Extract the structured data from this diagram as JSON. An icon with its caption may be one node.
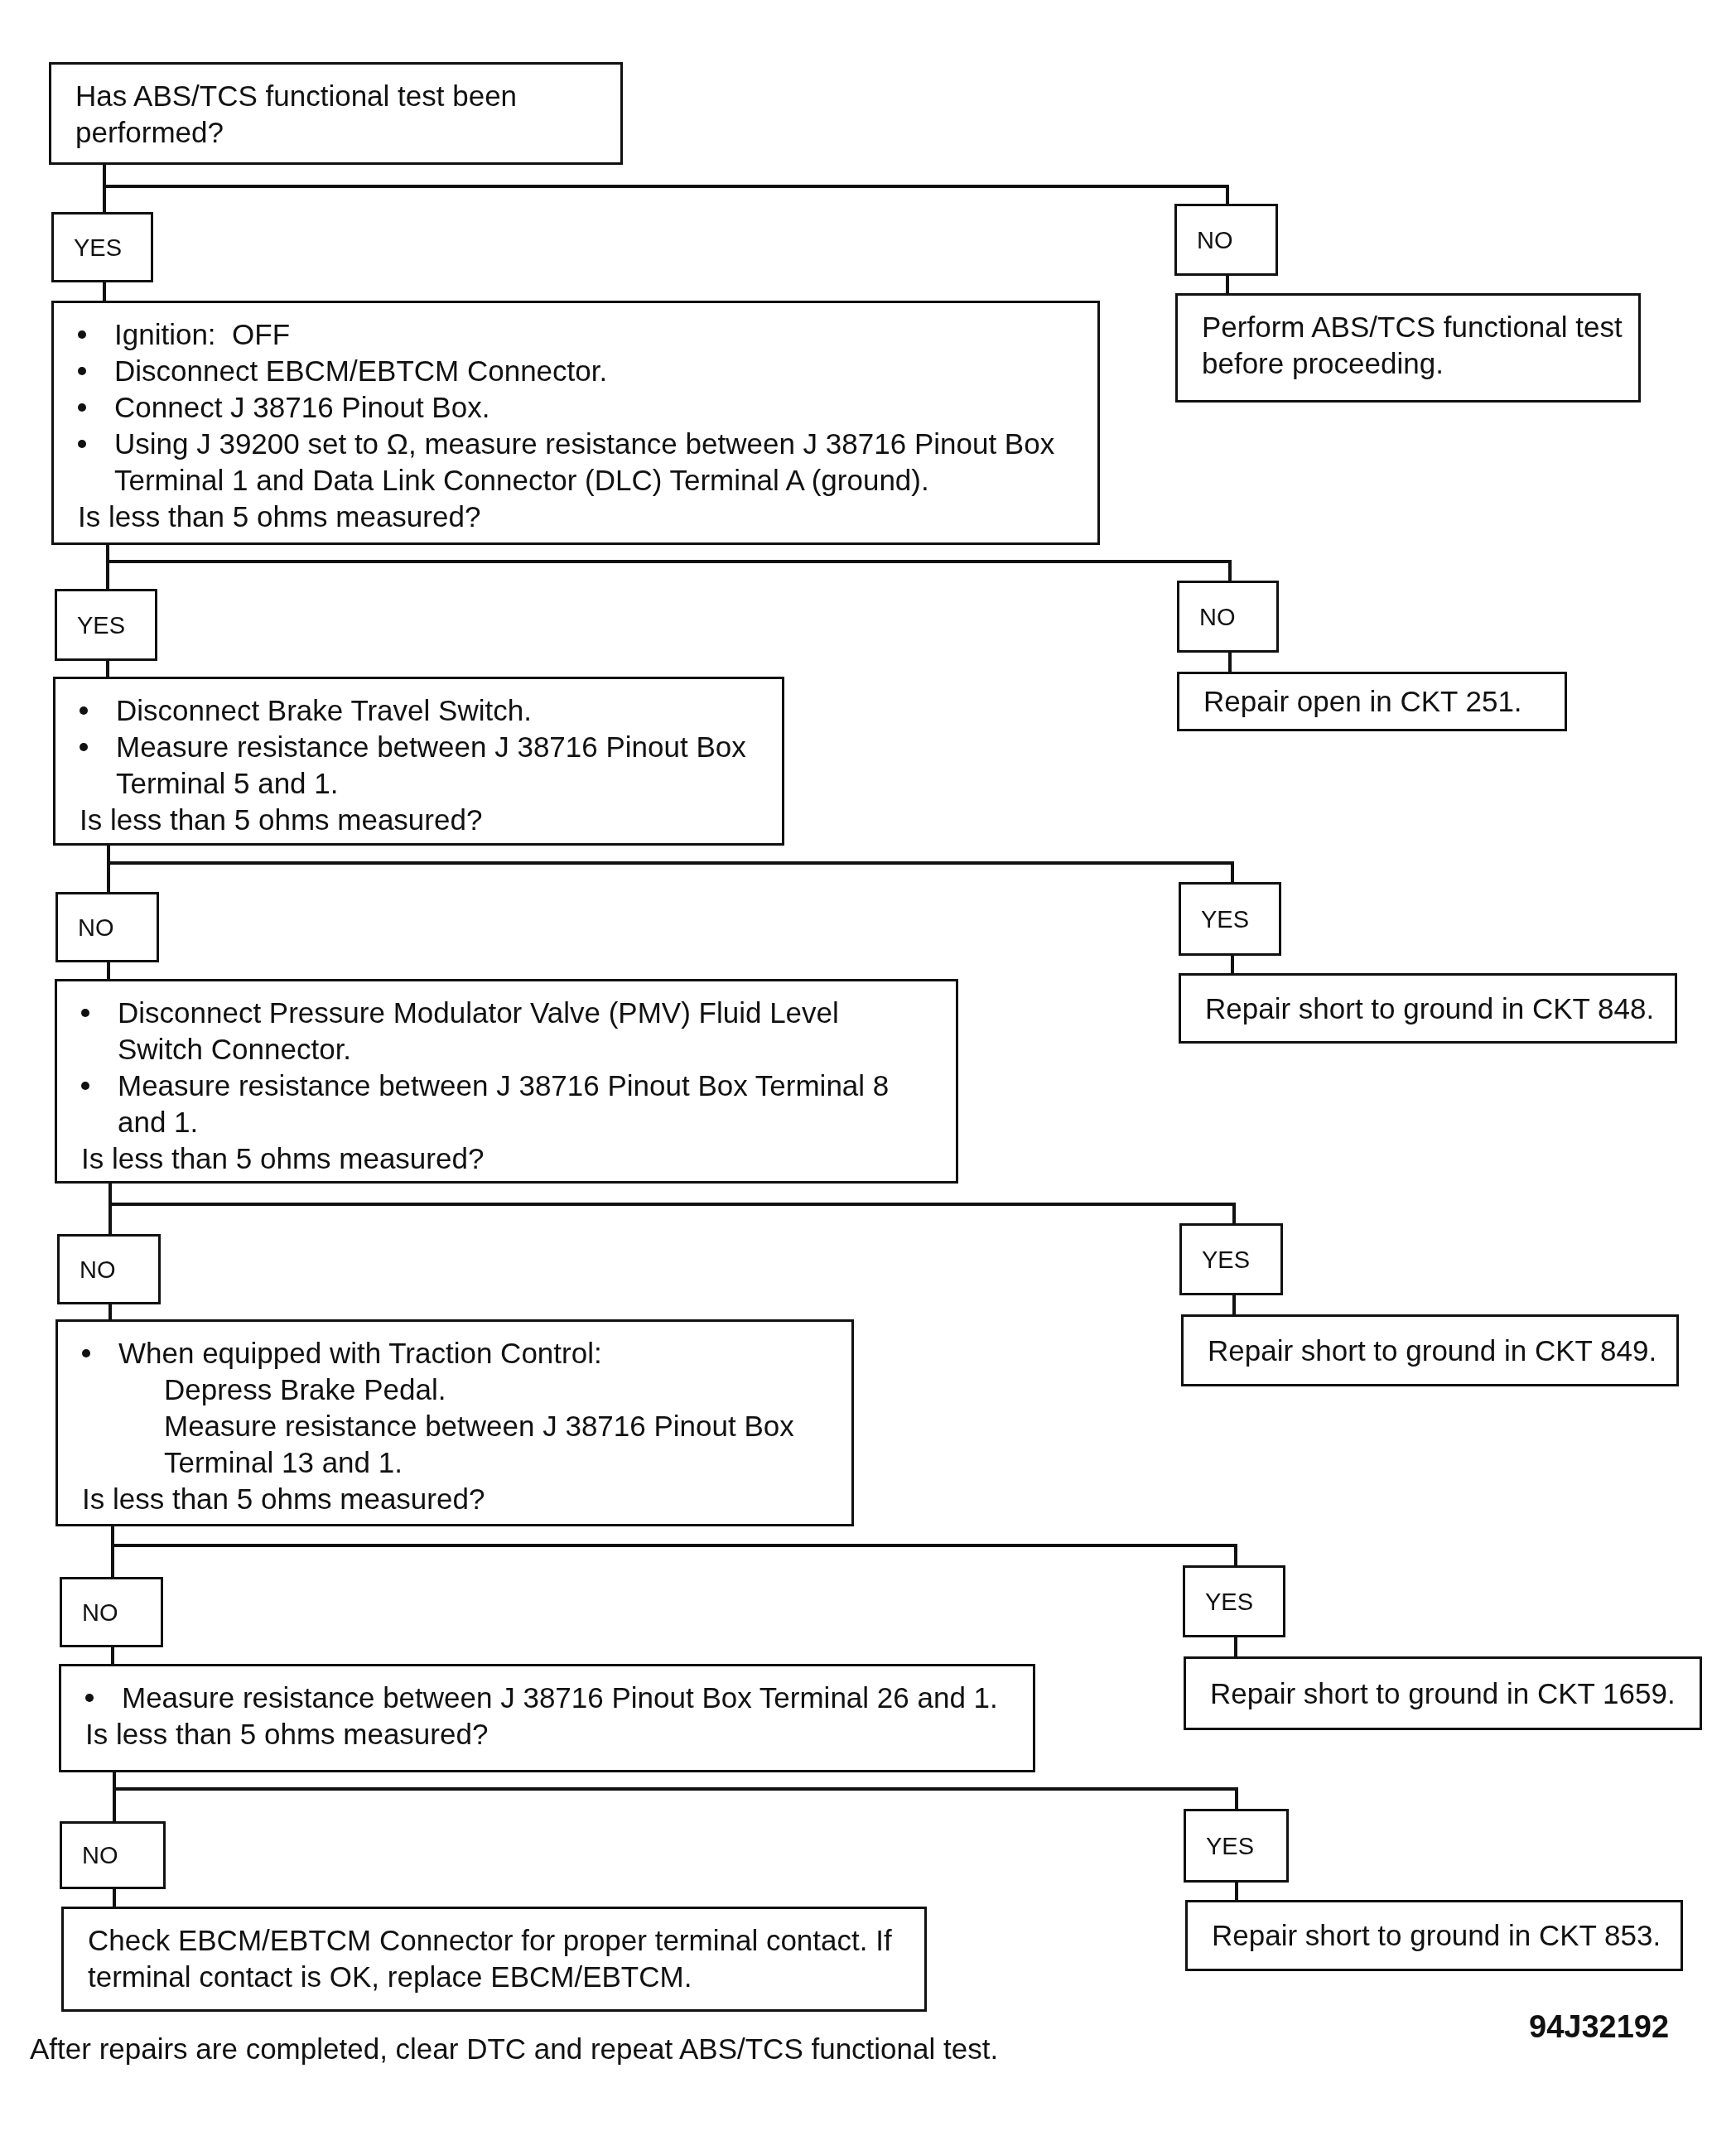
{
  "diagram": {
    "nodes": [
      {
        "text": [
          "Has ABS/TCS functional test been performed?"
        ]
      },
      {
        "text": [
          "YES"
        ]
      },
      {
        "text": [
          "NO"
        ]
      },
      {
        "text": [
          "Perform ABS/TCS functional test before proceeding."
        ]
      },
      {
        "text": [
          "Ignition:  OFF",
          "Disconnect EBCM/EBTCM Connector.",
          "Connect J 38716 Pinout Box.",
          "Using J 39200 set to Ω, measure resistance between J 38716 Pinout Box Terminal 1 and Data Link Connector (DLC) Terminal A (ground).",
          "Is less than 5 ohms measured?"
        ]
      },
      {
        "text": [
          "YES"
        ]
      },
      {
        "text": [
          "NO"
        ]
      },
      {
        "text": [
          "Repair open in CKT 251."
        ]
      },
      {
        "text": [
          "Disconnect Brake Travel Switch.",
          "Measure resistance between J 38716 Pinout Box Terminal 5 and 1.",
          "Is less than 5 ohms measured?"
        ]
      },
      {
        "text": [
          "NO"
        ]
      },
      {
        "text": [
          "YES"
        ]
      },
      {
        "text": [
          "Repair short to ground in CKT 848."
        ]
      },
      {
        "text": [
          "Disconnect Pressure Modulator Valve (PMV) Fluid Level Switch Connector.",
          "Measure resistance between J 38716 Pinout Box Terminal 8 and 1.",
          "Is less than 5 ohms measured?"
        ]
      },
      {
        "text": [
          "NO"
        ]
      },
      {
        "text": [
          "YES"
        ]
      },
      {
        "text": [
          "Repair short to ground in CKT 849."
        ]
      },
      {
        "text": [
          "When equipped with Traction Control:",
          "Depress Brake Pedal.",
          "Measure resistance between J 38716 Pinout Box Terminal 13 and 1.",
          "Is less than 5 ohms measured?"
        ]
      },
      {
        "text": [
          "NO"
        ]
      },
      {
        "text": [
          "YES"
        ]
      },
      {
        "text": [
          "Repair short to ground in CKT 1659."
        ]
      },
      {
        "text": [
          "Measure resistance between J 38716 Pinout Box Terminal 26 and 1.",
          "Is less than 5 ohms measured?"
        ]
      },
      {
        "text": [
          "NO"
        ]
      },
      {
        "text": [
          "YES"
        ]
      },
      {
        "text": [
          "Repair short to ground in CKT 853."
        ]
      },
      {
        "text": [
          "Check EBCM/EBTCM Connector for proper terminal contact. If terminal contact is OK, replace EBCM/EBTCM."
        ]
      }
    ],
    "edges": [
      {
        "from": 0,
        "to": 1,
        "arrow": "none"
      },
      {
        "from": 0,
        "to": 2,
        "arrow": "none"
      },
      {
        "from": 1,
        "to": 4,
        "arrow": "none"
      },
      {
        "from": 2,
        "to": 3,
        "arrow": "none"
      },
      {
        "from": 4,
        "to": 5,
        "arrow": "none"
      },
      {
        "from": 4,
        "to": 6,
        "arrow": "none"
      },
      {
        "from": 5,
        "to": 8,
        "arrow": "none"
      },
      {
        "from": 6,
        "to": 7,
        "arrow": "none"
      },
      {
        "from": 8,
        "to": 9,
        "arrow": "none"
      },
      {
        "from": 8,
        "to": 10,
        "arrow": "none"
      },
      {
        "from": 9,
        "to": 12,
        "arrow": "none"
      },
      {
        "from": 10,
        "to": 11,
        "arrow": "none"
      },
      {
        "from": 12,
        "to": 13,
        "arrow": "none"
      },
      {
        "from": 12,
        "to": 14,
        "arrow": "none"
      },
      {
        "from": 13,
        "to": 16,
        "arrow": "none"
      },
      {
        "from": 14,
        "to": 15,
        "arrow": "none"
      },
      {
        "from": 16,
        "to": 17,
        "arrow": "none"
      },
      {
        "from": 16,
        "to": 18,
        "arrow": "none"
      },
      {
        "from": 17,
        "to": 20,
        "arrow": "none"
      },
      {
        "from": 18,
        "to": 19,
        "arrow": "none"
      },
      {
        "from": 20,
        "to": 21,
        "arrow": "none"
      },
      {
        "from": 20,
        "to": 22,
        "arrow": "none"
      },
      {
        "from": 21,
        "to": 24,
        "arrow": "none"
      },
      {
        "from": 22,
        "to": 23,
        "arrow": "none"
      }
    ],
    "labels": [
      "After repairs are completed, clear DTC and repeat ABS/TCS functional test.",
      "94J32192"
    ]
  }
}
